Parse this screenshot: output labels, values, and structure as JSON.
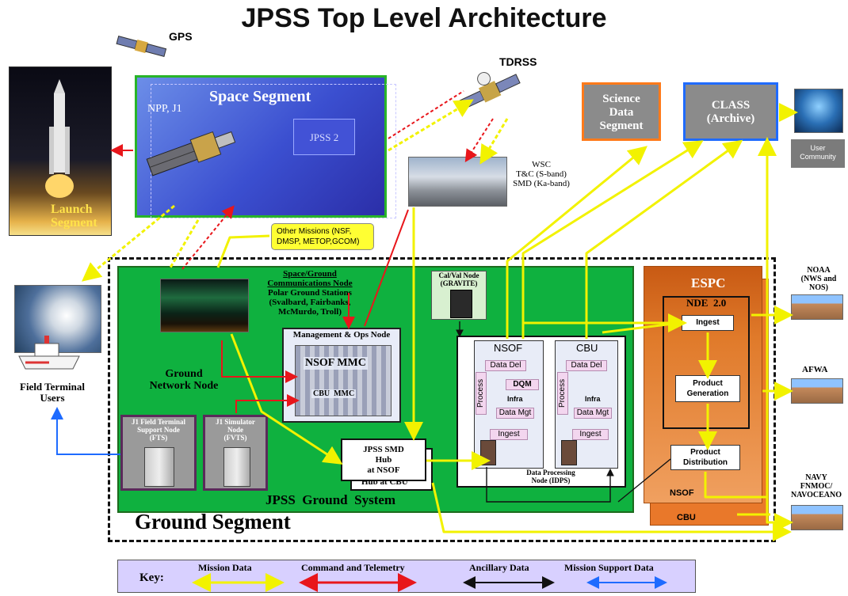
{
  "title": "JPSS Top Level Architecture",
  "space": {
    "gps": "GPS",
    "tdrss": "TDRSS",
    "segment_title": "Space Segment",
    "npp": "NPP, J1",
    "jpss2": "JPSS 2",
    "launch": [
      "Launch",
      "Segment"
    ],
    "other_missions": [
      "Other Missions (NSF,",
      "DMSP, METOP,GCOM)"
    ]
  },
  "wsc": [
    "WSC",
    "T&C (S-band)",
    "SMD (Ka-band)"
  ],
  "science": [
    "Science",
    "Data",
    "Segment"
  ],
  "class_archive": [
    "CLASS",
    "(Archive)"
  ],
  "user_community": [
    "User",
    "Community"
  ],
  "field_terminal_users": [
    "Field Terminal",
    "Users"
  ],
  "ground": {
    "segment_label": "Ground Segment",
    "system_label": "JPSS  Ground  System",
    "space_ground_node": [
      "Space/Ground",
      "Communications  Node",
      "Polar Ground Stations",
      "(Svalbard, Fairbanks,",
      "McMurdo,  Troll)"
    ],
    "ground_network_node": [
      "Ground",
      "Network Node"
    ],
    "mgmt_ops": "Management & Ops Node",
    "nsof_mmc": "NSOF MMC",
    "cbu_mmc": "CBU  MMC",
    "field_terminal_node": [
      "J1 Field Terminal",
      "Support Node",
      "(FTS)"
    ],
    "simulator_node": [
      "J1 Simulator",
      "Node",
      "(FVTS)"
    ],
    "smd_hub": [
      "JPSS SMD",
      "Hub",
      "at NSOF"
    ],
    "hub_cbu": "Hub at CBU",
    "calval": [
      "Cal/Val Node",
      "(GRAVITE)"
    ],
    "idps_label": [
      "Data Processing",
      "Node (IDPS)"
    ],
    "nsof": {
      "title": "NSOF",
      "data_del": "Data Del",
      "process": "Process",
      "dqm": "DQM",
      "infra": "Infra",
      "data_mgt": "Data Mgt",
      "ingest": "Ingest"
    },
    "cbu": {
      "title": "CBU",
      "data_del": "Data Del",
      "process": "Process",
      "infra": "Infra",
      "data_mgt": "Data Mgt",
      "ingest": "Ingest"
    }
  },
  "espc": {
    "title": "ESPC",
    "nde": "NDE  2.0",
    "ingest": "Ingest",
    "product_generation": [
      "Product",
      "Generation"
    ],
    "product_distribution": [
      "Product",
      "Distribution"
    ],
    "nsof": "NSOF",
    "cbu": "CBU"
  },
  "customers": {
    "noaa": [
      "NOAA",
      "(NWS and",
      "NOS)"
    ],
    "afwa": "AFWA",
    "navy": [
      "NAVY",
      "FNMOC/",
      "NAVOCEANO"
    ]
  },
  "key": {
    "label": "Key:",
    "items": [
      "Mission Data",
      "Command and Telemetry",
      "Ancillary Data",
      "Mission Support Data"
    ],
    "colors": {
      "mission": "#f2f200",
      "command": "#e8161b",
      "ancillary": "#000000",
      "support": "#1e6bff"
    }
  }
}
